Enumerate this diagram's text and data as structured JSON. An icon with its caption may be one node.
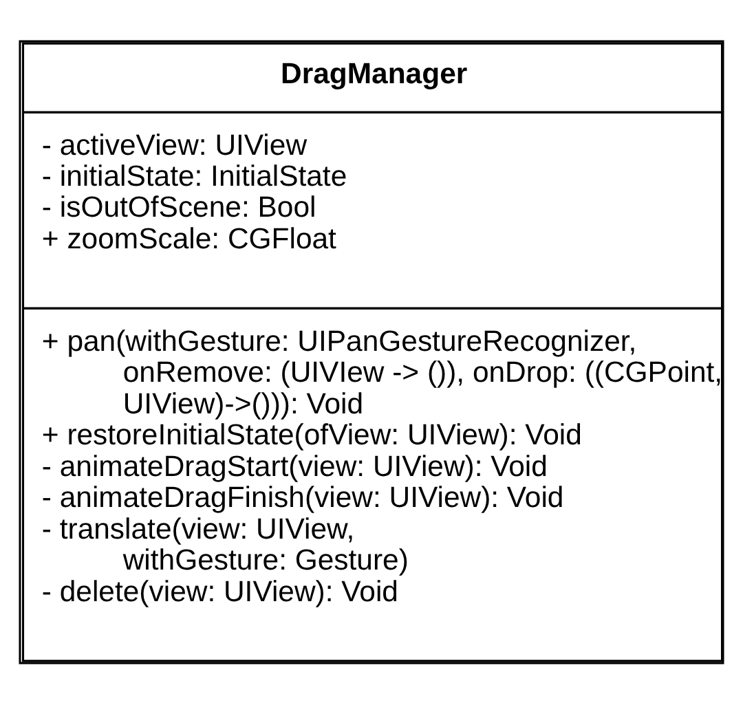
{
  "diagram": {
    "nodes": [
      {
        "text": [
          "DragManager",
          "- activeView: UIView",
          "- initialState: InitialState",
          "- isOutOfScene: Bool",
          "+ zoomScale: CGFloat",
          "+ pan(withGesture: UIPanGestureRecognizer, onRemove: (UIVIew -> ()), onDrop: ((CGPoint, UIView)->())): Void",
          "+ restoreInitialState(ofView: UIView): Void",
          "- animateDragStart(view: UIView): Void",
          "- animateDragFinish(view: UIView): Void",
          "- translate(view: UIView, withGesture: Gesture)",
          "- delete(view: UIView): Void"
        ]
      }
    ],
    "edges": []
  }
}
